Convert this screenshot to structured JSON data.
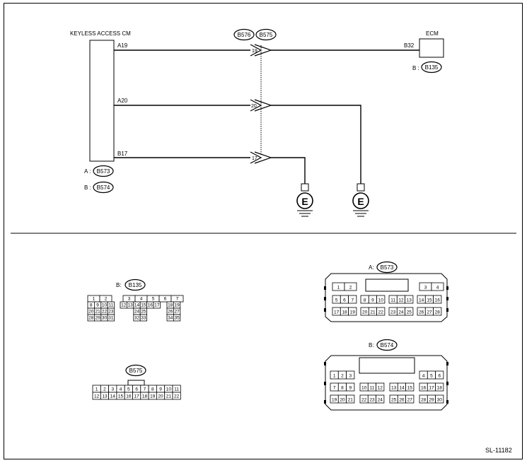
{
  "modules": {
    "keyless": {
      "title": "KEYLESS ACCESS CM",
      "conn_a_prefix": "A :",
      "conn_a": "B573",
      "conn_b_prefix": "B :",
      "conn_b": "B574"
    },
    "ecm": {
      "title": "ECM",
      "pin": "B32",
      "conn_prefix": "B :",
      "conn": "B135"
    }
  },
  "wires": [
    {
      "from_pin": "A19",
      "junction_pin": "19",
      "to": "ECM B32"
    },
    {
      "from_pin": "A20",
      "junction_pin": "20",
      "to": "ground"
    },
    {
      "from_pin": "B17",
      "junction_pin": "17",
      "to": "ground"
    }
  ],
  "junction_connectors": [
    "B576",
    "B575"
  ],
  "ground_symbol": "E",
  "connector_views": {
    "b135": {
      "label_prefix": "B:",
      "label": "B135",
      "rows": [
        [
          "1",
          "2",
          "",
          "3",
          "4",
          "5",
          "6",
          "7"
        ],
        [
          "8",
          "9",
          "10",
          "11",
          "12",
          "13",
          "14",
          "15",
          "16",
          "17",
          "18",
          "19"
        ],
        [
          "20",
          "21",
          "22",
          "23",
          "",
          "",
          "24",
          "25",
          "",
          "",
          "26",
          "27"
        ],
        [
          "28",
          "29",
          "30",
          "31",
          "",
          "",
          "32",
          "33",
          "",
          "",
          "34",
          "35"
        ]
      ]
    },
    "b575": {
      "label": "B575",
      "rows": [
        [
          "1",
          "2",
          "3",
          "4",
          "5",
          "6",
          "7",
          "8",
          "9",
          "10",
          "11"
        ],
        [
          "12",
          "13",
          "14",
          "15",
          "16",
          "17",
          "18",
          "19",
          "20",
          "21",
          "22"
        ]
      ]
    },
    "b573": {
      "label_prefix": "A:",
      "label": "B573",
      "rows": [
        [
          "1",
          "2",
          "3",
          "4"
        ],
        [
          "5",
          "6",
          "7",
          "8",
          "9",
          "10",
          "11",
          "12",
          "13",
          "14",
          "15",
          "16"
        ],
        [
          "17",
          "18",
          "19",
          "20",
          "21",
          "22",
          "23",
          "24",
          "25",
          "26",
          "27",
          "28"
        ]
      ]
    },
    "b574": {
      "label_prefix": "B:",
      "label": "B574",
      "rows": [
        [
          "1",
          "2",
          "3",
          "4",
          "5",
          "6"
        ],
        [
          "7",
          "8",
          "9",
          "10",
          "11",
          "12",
          "13",
          "14",
          "15",
          "16",
          "17",
          "18"
        ],
        [
          "19",
          "20",
          "21",
          "22",
          "23",
          "24",
          "25",
          "26",
          "27",
          "28",
          "29",
          "30"
        ]
      ]
    }
  },
  "doc_code": "SL-11182"
}
